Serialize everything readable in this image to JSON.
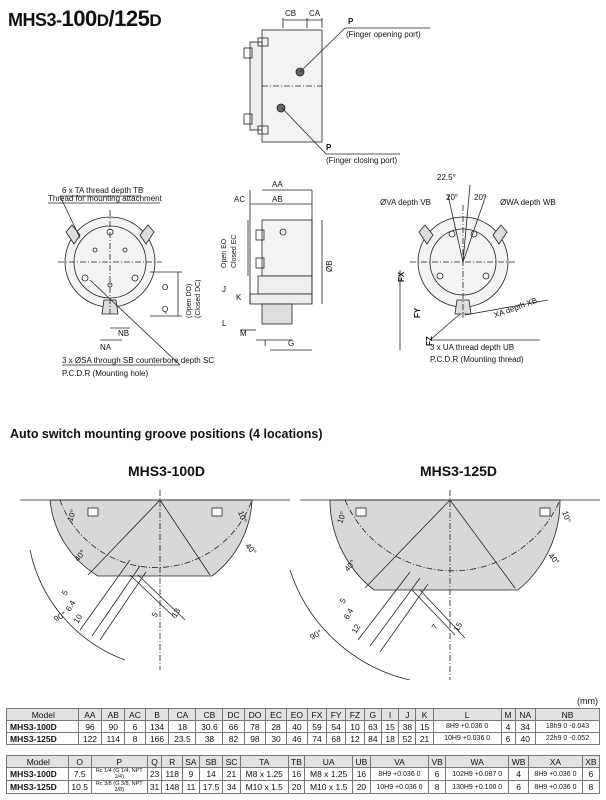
{
  "title": {
    "prefix": "MHS3-",
    "size1": "100",
    "suffix1": "D",
    "slash": "/",
    "size2": "125",
    "suffix2": "D"
  },
  "top_view": {
    "dim_cb": "CB",
    "dim_ca": "CA",
    "port_p_top": "P",
    "port_p_top_desc": "(Finger opening port)",
    "port_p_bottom": "P",
    "port_p_bottom_desc": "(Finger closing port)"
  },
  "front_view": {
    "ta_note": "6 x TA thread depth TB",
    "ta_sub": "Thread for mounting attachment",
    "sa_note": "3 x ØSA through SB counterbore depth SC",
    "pcd_note": "P.C.D.R (Mounting hole)",
    "labels": [
      "O",
      "(Open DO)",
      "(Closed DC)",
      "Q",
      "NB",
      "NA"
    ]
  },
  "side_view": {
    "labels": [
      "AA",
      "AC",
      "AB",
      "Open EO",
      "Closed EC",
      "ØB",
      "K",
      "J",
      "L",
      "M",
      "I",
      "G"
    ]
  },
  "rear_view": {
    "angle_top": "22.5°",
    "angle_left": "20°",
    "angle_right": "20°",
    "va_note": "ØVA depth VB",
    "wa_note": "ØWA depth WB",
    "xa_note": "XA depth XB",
    "ua_note": "3 x UA thread depth UB",
    "pcd_note": "P.C.D.R (Mounting thread)",
    "labels": [
      "FX",
      "FY",
      "FZ"
    ]
  },
  "section_title": "Auto switch mounting groove positions (4 locations)",
  "groove_100": {
    "title": "MHS3-100D",
    "angles": [
      "10°",
      "10°",
      "40°",
      "40°",
      "90°"
    ],
    "dims": [
      "5",
      "6.4",
      "10",
      "5",
      "13"
    ]
  },
  "groove_125": {
    "title": "MHS3-125D",
    "angles": [
      "10°",
      "10°",
      "40°",
      "40°",
      "90°"
    ],
    "dims": [
      "5",
      "6.4",
      "12",
      "7",
      "15"
    ]
  },
  "unit": "(mm)",
  "table1": {
    "headers": [
      "Model",
      "AA",
      "AB",
      "AC",
      "B",
      "CA",
      "CB",
      "DC",
      "DO",
      "EC",
      "EO",
      "FX",
      "FY",
      "FZ",
      "G",
      "I",
      "J",
      "K",
      "L",
      "M",
      "NA",
      "NB"
    ],
    "rows": [
      [
        "MHS3-100D",
        "96",
        "90",
        "6",
        "134",
        "18",
        "30.6",
        "66",
        "78",
        "28",
        "40",
        "59",
        "54",
        "10",
        "63",
        "15",
        "38",
        "15",
        "8H9 +0.036 0",
        "4",
        "34",
        "18h9 0 -0.043"
      ],
      [
        "MHS3-125D",
        "122",
        "114",
        "8",
        "166",
        "23.5",
        "38",
        "82",
        "98",
        "30",
        "46",
        "74",
        "68",
        "12",
        "84",
        "18",
        "52",
        "21",
        "10H9 +0.036 0",
        "6",
        "40",
        "22h9 0 -0.052"
      ]
    ]
  },
  "table2": {
    "headers": [
      "Model",
      "O",
      "P",
      "Q",
      "R",
      "SA",
      "SB",
      "SC",
      "TA",
      "TB",
      "UA",
      "UB",
      "VA",
      "VB",
      "WA",
      "WB",
      "XA",
      "XB"
    ],
    "rows": [
      [
        "MHS3-100D",
        "7.5",
        "Rc 1/4 (G 1/4, NPT 1/4)",
        "23",
        "118",
        "9",
        "14",
        "21",
        "M8 x 1.25",
        "16",
        "M8 x 1.25",
        "16",
        "8H9 +0.036 0",
        "6",
        "102H9 +0.087 0",
        "4",
        "8H9 +0.036 0",
        "6"
      ],
      [
        "MHS3-125D",
        "10.5",
        "Rc 3/8 (G 3/8, NPT 3/8)",
        "31",
        "148",
        "11",
        "17.5",
        "34",
        "M10 x 1.5",
        "20",
        "M10 x 1.5",
        "20",
        "10H9 +0.036 0",
        "8",
        "130H9 +0.100 0",
        "6",
        "8H9 +0.036 0",
        "8"
      ]
    ]
  }
}
